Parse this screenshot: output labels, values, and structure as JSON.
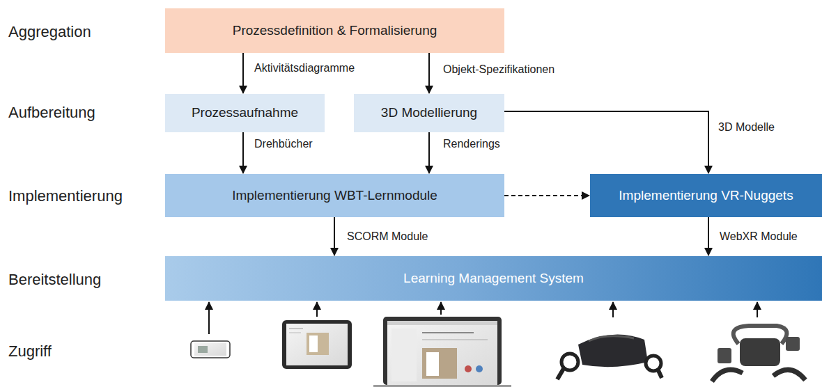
{
  "diagram": {
    "nodes": [
      {
        "text": [
          "Prozessdefinition & Formalisierung"
        ]
      },
      {
        "text": [
          "Prozessaufnahme"
        ]
      },
      {
        "text": [
          "3D Modellierung"
        ]
      },
      {
        "text": [
          "Implementierung WBT-Lernmodule"
        ]
      },
      {
        "text": [
          "Implementierung VR-Nuggets"
        ]
      },
      {
        "text": [
          "Learning Management System"
        ]
      }
    ],
    "edges": [
      {
        "from": 0,
        "to": 1,
        "label": "Aktivitätsdiagramme",
        "arrow": "to"
      },
      {
        "from": 0,
        "to": 2,
        "label": "Objekt-Spezifikationen",
        "arrow": "to"
      },
      {
        "from": 1,
        "to": 3,
        "label": "Drehbücher",
        "arrow": "to"
      },
      {
        "from": 2,
        "to": 3,
        "label": "Renderings",
        "arrow": "to"
      },
      {
        "from": 2,
        "to": 4,
        "label": "3D Modelle",
        "arrow": "to"
      },
      {
        "from": 3,
        "to": 4,
        "arrow": "to"
      },
      {
        "from": 3,
        "to": 5,
        "label": "SCORM Module",
        "arrow": "to"
      },
      {
        "from": 4,
        "to": 5,
        "label": "WebXR Module",
        "arrow": "to"
      }
    ],
    "labels": [
      "Aggregation",
      "Aufbereitung",
      "Implementierung",
      "Bereitstellung",
      "Zugriff"
    ]
  }
}
